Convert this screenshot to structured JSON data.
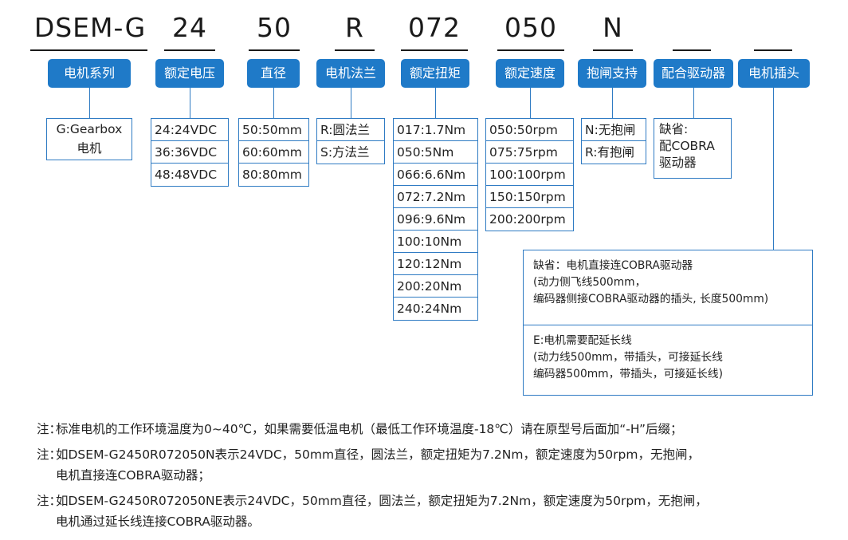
{
  "accent_color": "#1f7ac8",
  "code_parts": [
    "DSEM-G",
    "24",
    "50",
    "R",
    "072",
    "050",
    "N",
    "",
    ""
  ],
  "columns": [
    {
      "tag": "电机系列",
      "options": [
        "G:Gearbox",
        "电机"
      ]
    },
    {
      "tag": "额定电压",
      "options": [
        "24:24VDC",
        "36:36VDC",
        "48:48VDC"
      ]
    },
    {
      "tag": "直径",
      "options": [
        "50:50mm",
        "60:60mm",
        "80:80mm"
      ]
    },
    {
      "tag": "电机法兰",
      "options": [
        "R:圆法兰",
        "S:方法兰"
      ]
    },
    {
      "tag": "额定扭矩",
      "options": [
        "017:1.7Nm",
        "050:5Nm",
        "066:6.6Nm",
        "072:7.2Nm",
        "096:9.6Nm",
        "100:10Nm",
        "120:12Nm",
        "200:20Nm",
        "240:24Nm"
      ]
    },
    {
      "tag": "额定速度",
      "options": [
        "050:50rpm",
        "075:75rpm",
        "100:100rpm",
        "150:150rpm",
        "200:200rpm"
      ]
    },
    {
      "tag": "抱闸支持",
      "options": [
        "N:无抱闸",
        "R:有抱闸"
      ]
    },
    {
      "tag": "配合驱动器",
      "options": [
        "缺省:",
        "配COBRA",
        "驱动器"
      ]
    },
    {
      "tag": "电机插头",
      "options": []
    }
  ],
  "plug_options": {
    "default": [
      "缺省：电机直接连COBRA驱动器",
      "(动力侧飞线500mm，",
      "编码器侧接COBRA驱动器的插头, 长度500mm)"
    ],
    "extension": [
      "E:电机需要配延长线",
      "(动力线500mm，带插头，可接延长线",
      "编码器500mm，带插头，可接延长线)"
    ]
  },
  "notes": [
    {
      "prefix": "注：",
      "lines": [
        "标准电机的工作环境温度为0~40℃，如果需要低温电机（最低工作环境温度-18℃）请在原型号后面加“-H”后缀；"
      ]
    },
    {
      "prefix": "注：",
      "lines": [
        "如DSEM-G2450R072050N表示24VDC，50mm直径，圆法兰，额定扭矩为7.2Nm，额定速度为50rpm，无抱闸，",
        "电机直接连COBRA驱动器；"
      ]
    },
    {
      "prefix": "注：",
      "lines": [
        "如DSEM-G2450R072050NE表示24VDC，50mm直径，圆法兰，额定扭矩为7.2Nm，额定速度为50rpm，无抱闸，",
        "电机通过延长线连接COBRA驱动器。"
      ]
    }
  ]
}
